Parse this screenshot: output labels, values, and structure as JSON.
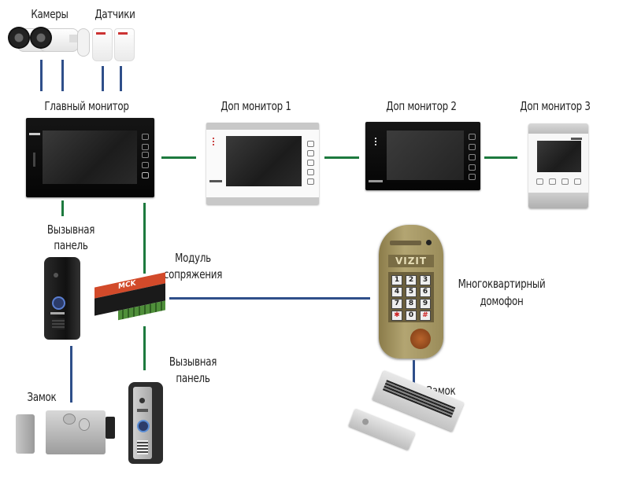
{
  "diagram": {
    "title": "Intercom system wiring diagram",
    "labels": {
      "cameras": "Камеры",
      "sensors": "Датчики",
      "main_monitor": "Главный монитор",
      "extra_monitor_1": "Доп монитор 1",
      "extra_monitor_2": "Доп монитор 2",
      "extra_monitor_3": "Доп монитор 3",
      "call_panel_1_line1": "Вызывная",
      "call_panel_1_line2": "панель",
      "interface_module_line1": "Модуль",
      "interface_module_line2": "сопряжения",
      "apartment_intercom_line1": "Многоквартирный",
      "apartment_intercom_line2": "домофон",
      "call_panel_2_line1": "Вызывная",
      "call_panel_2_line2": "панель",
      "lock_1": "Замок",
      "lock_2": "Замок"
    },
    "device_marks": {
      "intercom_brand": "VIZIT",
      "module_brand": "MCK",
      "keypad": [
        "1",
        "2",
        "3",
        "4",
        "5",
        "6",
        "7",
        "8",
        "9",
        "✱",
        "0",
        "#"
      ]
    },
    "connections": [
      {
        "from": "camera-1",
        "to": "main-monitor",
        "color": "#2f4f8a"
      },
      {
        "from": "camera-2",
        "to": "main-monitor",
        "color": "#2f4f8a"
      },
      {
        "from": "sensor-1",
        "to": "main-monitor",
        "color": "#2f4f8a"
      },
      {
        "from": "sensor-2",
        "to": "main-monitor",
        "color": "#2f4f8a"
      },
      {
        "from": "main-monitor",
        "to": "extra-monitor-1",
        "color": "#1d7a3e"
      },
      {
        "from": "extra-monitor-1",
        "to": "extra-monitor-2",
        "color": "#1d7a3e"
      },
      {
        "from": "extra-monitor-2",
        "to": "extra-monitor-3",
        "color": "#1d7a3e"
      },
      {
        "from": "main-monitor",
        "to": "call-panel-1",
        "color": "#1d7a3e"
      },
      {
        "from": "main-monitor",
        "to": "interface-module",
        "color": "#1d7a3e"
      },
      {
        "from": "interface-module",
        "to": "call-panel-2",
        "color": "#1d7a3e"
      },
      {
        "from": "interface-module",
        "to": "apartment-intercom",
        "color": "#2f4f8a"
      },
      {
        "from": "call-panel-1",
        "to": "lock-1",
        "color": "#2f4f8a"
      },
      {
        "from": "apartment-intercom",
        "to": "lock-2",
        "color": "#2f4f8a"
      }
    ],
    "colors": {
      "video_line": "#1d7a3e",
      "control_line": "#2f4f8a"
    }
  }
}
